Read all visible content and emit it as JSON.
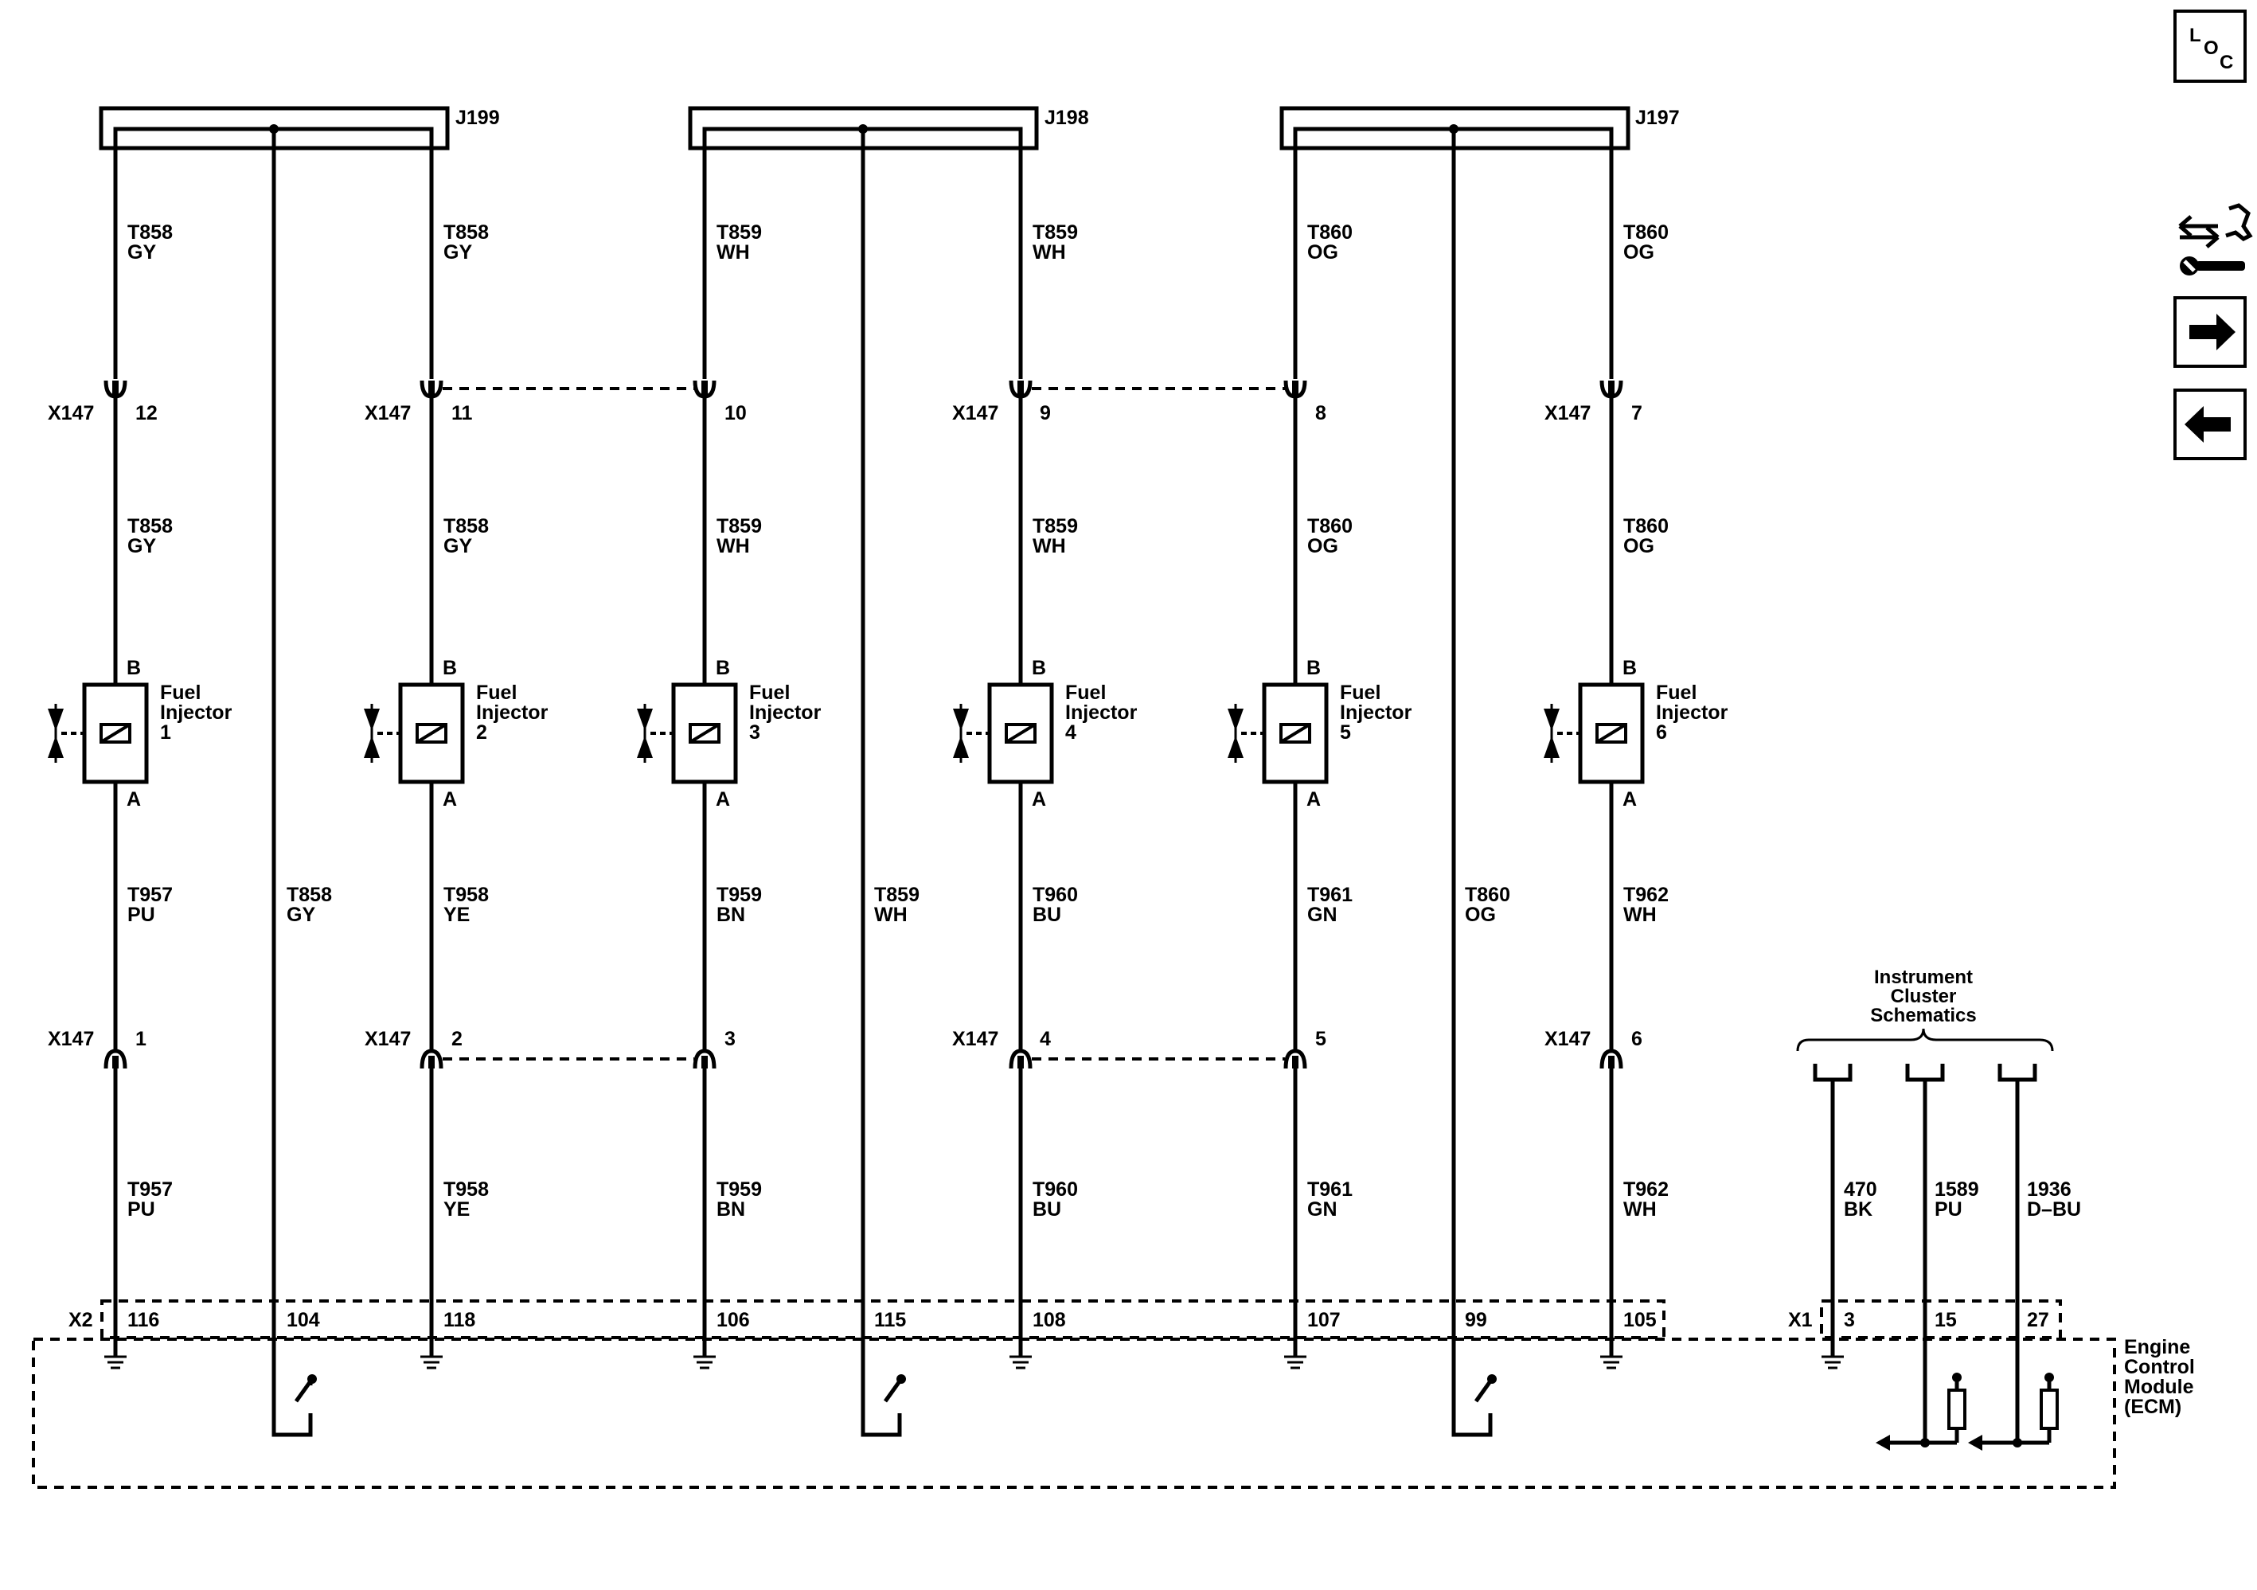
{
  "connectors": {
    "j199": "J199",
    "j198": "J198",
    "j197": "J197",
    "x147": "X147",
    "x2": "X2",
    "x1": "X1"
  },
  "injectors": [
    {
      "label": "Fuel\nInjector\n1",
      "pin_b": "B",
      "pin_a": "A"
    },
    {
      "label": "Fuel\nInjector\n2",
      "pin_b": "B",
      "pin_a": "A"
    },
    {
      "label": "Fuel\nInjector\n3",
      "pin_b": "B",
      "pin_a": "A"
    },
    {
      "label": "Fuel\nInjector\n4",
      "pin_b": "B",
      "pin_a": "A"
    },
    {
      "label": "Fuel\nInjector\n5",
      "pin_b": "B",
      "pin_a": "A"
    },
    {
      "label": "Fuel\nInjector\n6",
      "pin_b": "B",
      "pin_a": "A"
    }
  ],
  "wires": {
    "t858_gy": "T858\nGY",
    "t859_wh": "T859\nWH",
    "t860_og": "T860\nOG",
    "t957_pu": "T957\nPU",
    "t958_ye": "T958\nYE",
    "t959_bn": "T959\nBN",
    "t960_bu": "T960\nBU",
    "t961_gn": "T961\nGN",
    "t962_wh": "T962\nWH",
    "c470_bk": "470\nBK",
    "c1589_pu": "1589\nPU",
    "c1936_dbu": "1936\nD–BU"
  },
  "x147_pins_upper": [
    "12",
    "11",
    "10",
    "9",
    "8",
    "7"
  ],
  "x147_pins_lower": [
    "1",
    "2",
    "3",
    "4",
    "5",
    "6"
  ],
  "x2_pins": [
    "116",
    "104",
    "118",
    "106",
    "115",
    "108",
    "107",
    "99",
    "105"
  ],
  "x1_pins": [
    "3",
    "15",
    "27"
  ],
  "instrument_cluster": "Instrument\nCluster\nSchematics",
  "ecm_label": "Engine\nControl\nModule\n(ECM)",
  "nav": {
    "loc_l": "L",
    "loc_o": "O",
    "loc_c": "C"
  }
}
